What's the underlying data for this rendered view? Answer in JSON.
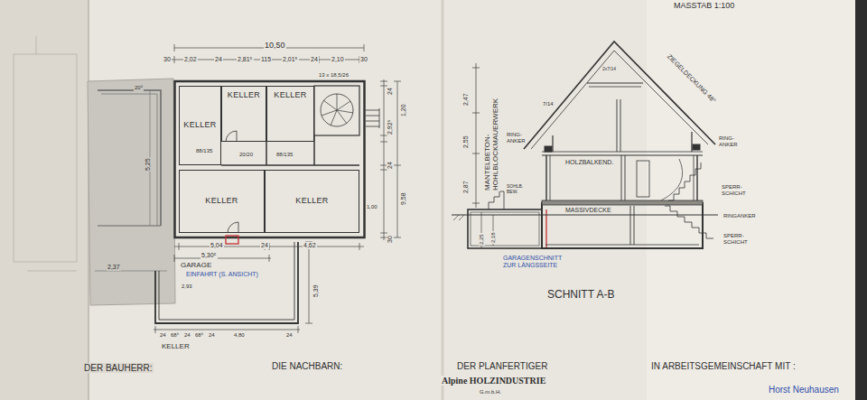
{
  "diagram": {
    "nodes": [
      {
        "text": [
          "KELLER"
        ]
      },
      {
        "text": [
          "KELLER"
        ]
      },
      {
        "text": [
          "KELLER"
        ]
      },
      {
        "text": [
          "KELLER"
        ]
      },
      {
        "text": [
          "KELLER"
        ]
      }
    ],
    "labels": [
      "10,50",
      "30",
      "2,02",
      "24",
      "2,81⁵",
      "115",
      "2,01⁵",
      "24",
      "2,10",
      "30",
      "13 x 18,5/26",
      "88/135",
      "20/20",
      "88/135",
      "1,00",
      "24",
      "2,92⁵",
      "24",
      "1,20",
      "9,58",
      "30",
      "5,04",
      "24",
      "4,62",
      "5,30⁵",
      "GARAGE",
      "EINFAHRT (S. ANSICHT)",
      "2,93",
      "5,39",
      "24",
      "68⁵",
      "24",
      "68⁵",
      "24",
      "4,80",
      "24",
      "KELLER",
      "5,25",
      "2,37",
      "20⁵",
      "2,47",
      "2,55",
      "2,87",
      "MANTELBETON-HOHLBLOCKMAUERWERK",
      "RING-ANKER",
      "HOLZBALKEND.",
      "MASSIVDECKE",
      "SOHLB. BEW.",
      "RING-ANKER",
      "SPERR-SCHICHT",
      "RINGANKER",
      "SPERR-SCHICHT",
      "ZIEGELDECKUNG 48°",
      "2x7/14",
      "7/14",
      "2,25",
      "2,18",
      "GARAGENSCHNITT ZUR LÄNGSSEITE",
      "SCHNITT A-B",
      "MASSTAB 1:100",
      "DER BAUHERR:",
      "DIE NACHBARN:",
      "DER PLANFERTIGER",
      "IN ARBEITSGEMEINSCHAFT MIT :",
      "Alpine HOLZINDUSTRIE",
      "G.m.b.H.",
      "Horst Neuhausen"
    ]
  }
}
